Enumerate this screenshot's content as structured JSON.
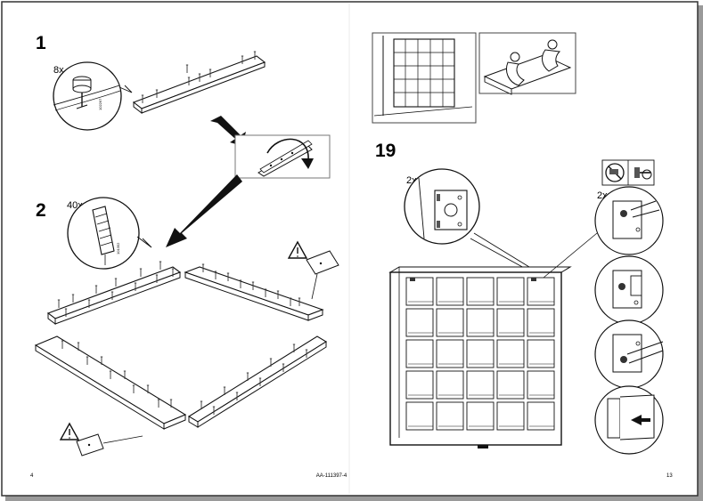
{
  "left_page": {
    "steps": [
      {
        "number": "1",
        "quantity": "8x",
        "part_code": "102267"
      },
      {
        "number": "2",
        "quantity": "40x",
        "part_code": "101352"
      }
    ],
    "page_number": "4"
  },
  "right_page": {
    "steps": [
      {
        "number": "19",
        "quantity": "2x"
      }
    ],
    "second_quantity": "2x",
    "page_number": "13"
  },
  "footer": {
    "doc_code": "AA-111397-4"
  },
  "icons": [
    "warning-triangle-icon",
    "prohibited-tool-icon",
    "allowed-screwdriver-icon",
    "arrow-icon"
  ]
}
